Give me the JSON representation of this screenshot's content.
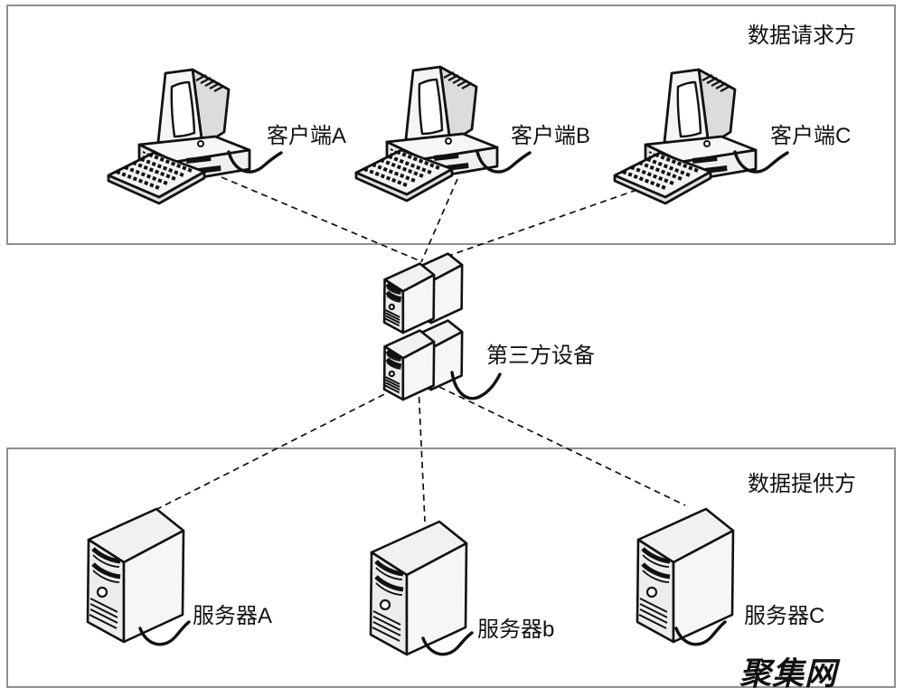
{
  "diagram": {
    "title_hint": "third-party data exchange network diagram",
    "requester_group": {
      "label": "数据请求方"
    },
    "provider_group": {
      "label": "数据提供方"
    },
    "clients": [
      {
        "label": "客户端A"
      },
      {
        "label": "客户端B"
      },
      {
        "label": "客户端C"
      }
    ],
    "middle_device": {
      "label": "第三方设备"
    },
    "servers": [
      {
        "label": "服务器A"
      },
      {
        "label": "服务器b"
      },
      {
        "label": "服务器C"
      }
    ],
    "watermark": {
      "text": "聚集网",
      "color": "#2EB29B"
    },
    "colors": {
      "outline": "#111111",
      "box_border": "#8f8f8f",
      "fill_light": "#f4f4f4",
      "fill_mid": "#e9e9e9",
      "fill_dark": "#dcdcdc"
    },
    "icons": {
      "client_icon": "desktop-computer-icon",
      "middle_icon": "server-stack-icon",
      "server_icon": "tower-server-icon"
    }
  }
}
